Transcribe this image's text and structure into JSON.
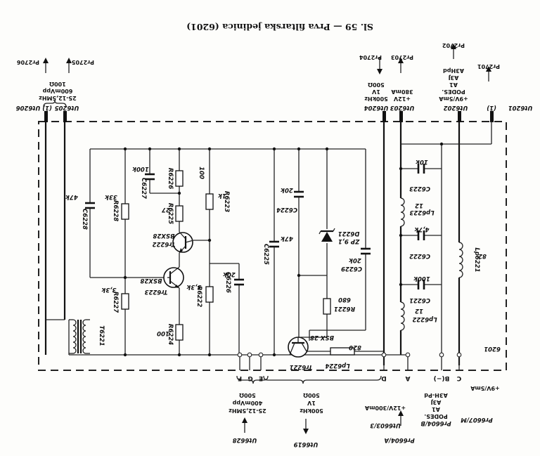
{
  "title": "Sl. 59 — Prva filtarska jedinica (6201)",
  "board_label": "6201",
  "top_connectors": {
    "u6206": "Ut6206",
    "t1_left": "(1)",
    "u6205": "Ut6205",
    "u6204": "Ut6204",
    "u6203": "Ut6203",
    "u6202": "Ut6202",
    "u6201": "Ut6201",
    "t1_right": "(1)",
    "spec_205_a": "25-12,5MHz",
    "spec_205_b": "600mVpp",
    "spec_205_c": "100Ω",
    "pr2706": "Pr2706",
    "pr2705": "Pr2705",
    "spec_204_a": "500kHz",
    "spec_204_b": "1V",
    "spec_204_c": "500Ω",
    "pr2704": "Pr2704",
    "spec_203_a": "+12V",
    "spec_203_b": "380mA",
    "pr2703": "Pr2703",
    "spec_202_a": "+9V/5mA",
    "spec_202_b": "PODES.",
    "spec_202_c": "A1",
    "spec_202_d": "A3J",
    "spec_202_e": "A3Hpd",
    "pr2702": "Pr2702",
    "pr2701": "Pr2701"
  },
  "bottom_pins": {
    "f": "F",
    "g": "G",
    "e": "E",
    "d": "D",
    "a": "A",
    "b": "B(−)",
    "c": "C"
  },
  "bottom_connectors": {
    "u6628": "Ut6628",
    "spec_628_a": "25-12,5MHz",
    "spec_628_b": "400mVpp",
    "spec_628_c": "500Ω",
    "u6619": "Ut6619",
    "spec_619_a": "500kHz",
    "spec_619_b": "1V",
    "spec_619_c": "500Ω",
    "pr6604a": "Pr6604/A",
    "u6603": "Ut6603/3",
    "spec_603": "+12V/300mA",
    "pr6604b": "Pr6604/B",
    "spec_6604b_a": "PODES.",
    "spec_6604b_b": "A1",
    "spec_6604b_c": "A3J",
    "spec_6604b_d": "A3H-Pd",
    "pr6607m": "Pr6607/M",
    "spec_6607m": "+9V/5mA"
  },
  "components": {
    "c6228": "C6228",
    "c6228v": "47k",
    "r6228": "R6228",
    "r6228v": "33k",
    "r6227": "R6227",
    "r6227v": "3,3k",
    "c6227": "C6227",
    "c6227v": "100k",
    "r6226": "R6226",
    "r6226v": "100",
    "r6225": "R6225",
    "r6225v": "27",
    "tr6222": "Tr6222",
    "tr6222t": "BSX28",
    "tr6223": "Tr6223",
    "tr6223t": "BSX28",
    "t6221": "T6221",
    "r6224": "R6224",
    "r6224v": "100",
    "r6222": "R6222",
    "r6222v": "3,3k",
    "r6223": "R6223",
    "r6223v": "1k",
    "c6226": "C6226",
    "c6226v": "20k",
    "c6225": "C6225",
    "c6225v": "47k",
    "c6224": "C6224",
    "c6224v": "20k",
    "d6221": "D6221",
    "d6221t": "ZP 9,1",
    "c6229": "C6229",
    "c6229v": "20k",
    "r6221": "R6221",
    "r6221v": "680",
    "tr6221": "Tr6221",
    "tr6221t": "BSX 28",
    "lp6224": "Lp6224",
    "lp6224v": "820",
    "c6223": "C6223",
    "c6223v": "10k",
    "lp6223": "Lp6223",
    "lp6223v": "12",
    "c6222": "C6222",
    "c6222v": "4,7k",
    "c6221": "C6221",
    "c6221v": "100k",
    "lp6222": "Lp6222",
    "lp6222v": "12",
    "lp6221": "Lp6221",
    "lp6221v": "82"
  }
}
